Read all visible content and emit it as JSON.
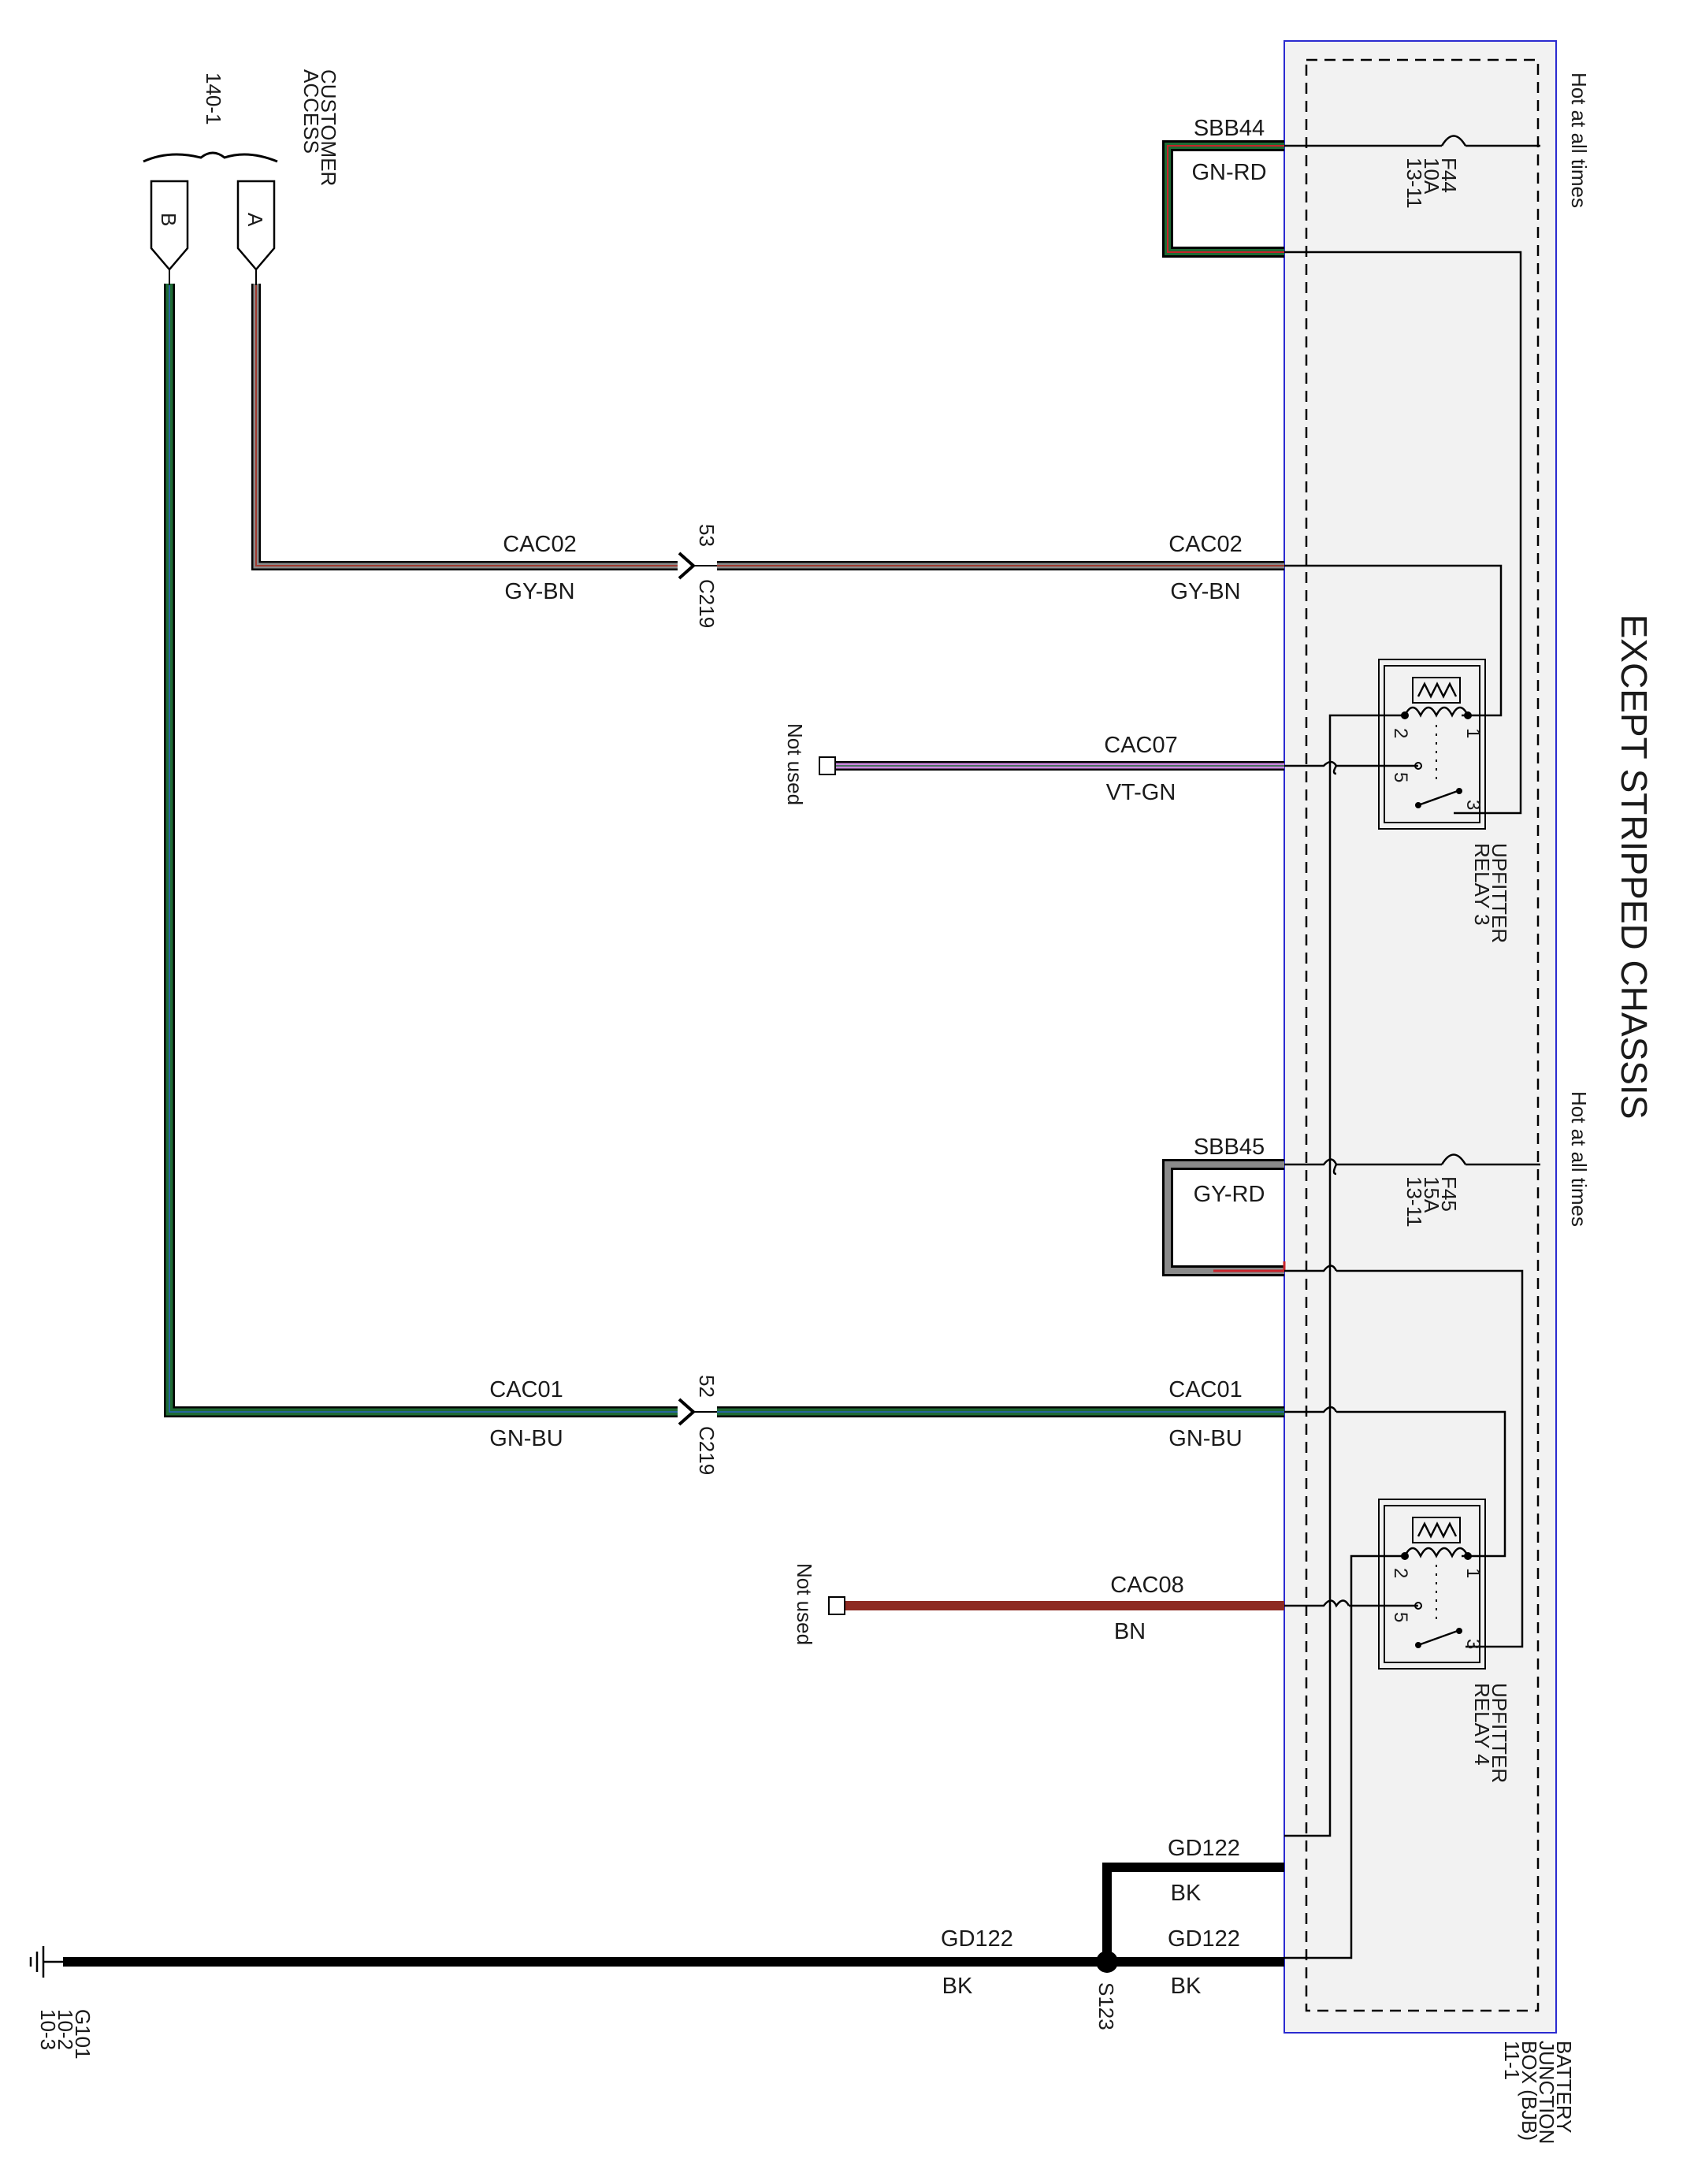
{
  "title": "EXCEPT STRIPPED CHASSIS",
  "customer_access": {
    "name": "CUSTOMER ACCESS",
    "ref": "140-1",
    "pin_a": "A",
    "pin_b": "B"
  },
  "bjb": {
    "name": "BATTERY JUNCTION BOX (BJB)",
    "ref": "11-1"
  },
  "hot1": "Hot at all times",
  "hot2": "Hot at all times",
  "fuse1": {
    "name": "F44",
    "rating": "10A",
    "ref": "13-11"
  },
  "fuse2": {
    "name": "F45",
    "rating": "15A",
    "ref": "13-11"
  },
  "relay3": {
    "name": "UPFITTER RELAY 3",
    "pins": [
      "1",
      "2",
      "3",
      "5"
    ]
  },
  "relay4": {
    "name": "UPFITTER RELAY 4",
    "pins": [
      "1",
      "2",
      "3",
      "5"
    ]
  },
  "c219": {
    "name": "C219",
    "pin_cac02": "53",
    "pin_cac01": "52"
  },
  "ground": {
    "name": "G101",
    "ref1": "10-2",
    "ref2": "10-3"
  },
  "splice": "S123",
  "not_used1": "Not used",
  "not_used2": "Not used",
  "wires": {
    "sbb44": {
      "circuit": "SBB44",
      "color": "GN-RD"
    },
    "cac02_left": {
      "circuit": "CAC02",
      "color": "GY-BN"
    },
    "cac02_right": {
      "circuit": "CAC02",
      "color": "GY-BN"
    },
    "cac07": {
      "circuit": "CAC07",
      "color": "VT-GN"
    },
    "sbb45": {
      "circuit": "SBB45",
      "color": "GY-RD"
    },
    "cac01_left": {
      "circuit": "CAC01",
      "color": "GN-BU"
    },
    "cac01_right": {
      "circuit": "CAC01",
      "color": "GN-BU"
    },
    "cac08": {
      "circuit": "CAC08",
      "color": "BN"
    },
    "gd122_upper": {
      "circuit": "GD122",
      "color": "BK"
    },
    "gd122_lower": {
      "circuit": "GD122",
      "color": "BK"
    },
    "gd122_left": {
      "circuit": "GD122",
      "color": "BK"
    }
  },
  "wire_colors": {
    "GN": "#1f6b35",
    "RD": "#c8222a",
    "GY": "#8a8a8a",
    "BN": "#8e2a22",
    "VT": "#cc88e0",
    "BU": "#2a63c0",
    "BK": "#000000"
  }
}
